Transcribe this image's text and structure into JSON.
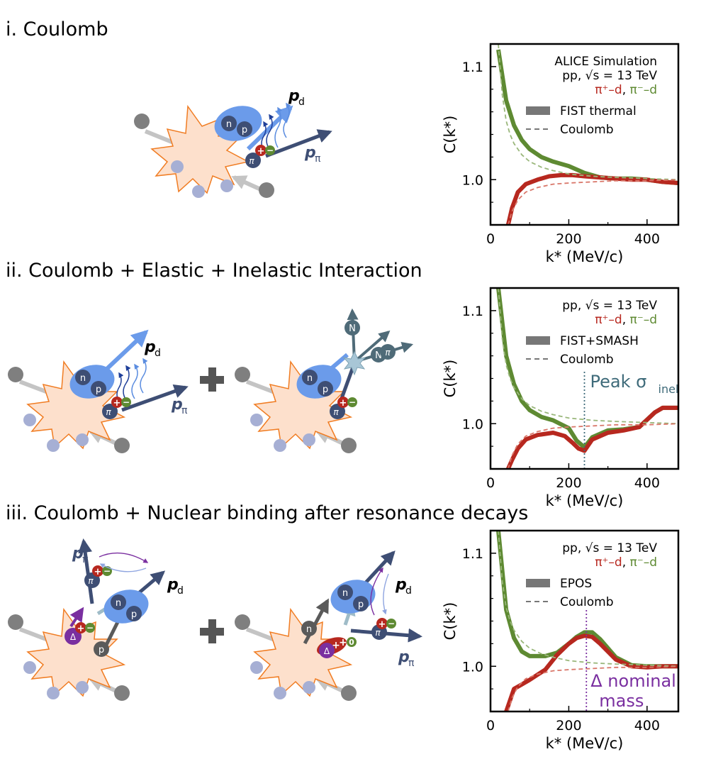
{
  "sections": [
    {
      "title": "i. Coulomb"
    },
    {
      "title": "ii. Coulomb + Elastic + Inelastic Interaction"
    },
    {
      "title": "iii. Coulomb + Nuclear binding after resonance decays"
    }
  ],
  "particles": {
    "neutron": "n",
    "proton": "p",
    "pion": "π",
    "nucleon": "N",
    "delta": "Δ",
    "plus": "+",
    "minus": "−",
    "zero": "0",
    "momentum_symbol": "p",
    "deuteron_sub": "d",
    "pion_sub": "π"
  },
  "colors": {
    "pi_plus_d": "#b7281f",
    "pi_minus_d": "#5e8a32",
    "pi_plus_d_coulomb": "#d9776a",
    "pi_minus_d_coulomb": "#9ab77b",
    "band_legend": "#777777",
    "peak_inel_line": "#3f6b7a",
    "delta_line": "#7a2fa0",
    "deuteron_blue": "#6b9bea",
    "pion_navy": "#3e4e74",
    "fireball": "#fde0cc"
  },
  "chart_data": [
    {
      "type": "line",
      "title": "",
      "xlabel": "k* (MeV/c)",
      "ylabel": "C(k*)",
      "xlim": [
        0,
        480
      ],
      "ylim": [
        0.96,
        1.12
      ],
      "xticks": [
        "0",
        "200",
        "400"
      ],
      "yticks": [
        "1.0",
        "1.1"
      ],
      "legend": {
        "lines": [
          "ALICE Simulation",
          "pp, √s = 13 TeV"
        ],
        "pair_plus": "π⁺–d",
        "pair_sep": ",",
        "pair_minus": "π⁻–d",
        "band_label": "FIST thermal",
        "dash_label": "Coulomb",
        "placement": "top-right"
      },
      "series": [
        {
          "kind": "band",
          "color_key": "pi_minus_d",
          "x": [
            20,
            40,
            60,
            80,
            100,
            130,
            160,
            200,
            240,
            280,
            320,
            360,
            400,
            440,
            480
          ],
          "y": [
            1.115,
            1.07,
            1.048,
            1.035,
            1.027,
            1.02,
            1.016,
            1.012,
            1.006,
            1.002,
            1.001,
            1.001,
            1.0,
            0.998,
            0.997
          ]
        },
        {
          "kind": "band",
          "color_key": "pi_plus_d",
          "x": [
            45,
            55,
            70,
            90,
            120,
            150,
            180,
            210,
            240,
            280,
            320,
            360,
            400,
            440,
            480
          ],
          "y": [
            0.96,
            0.975,
            0.989,
            0.996,
            1.0,
            1.003,
            1.004,
            1.004,
            1.003,
            1.002,
            1.001,
            1.0,
            1.0,
            0.998,
            0.997
          ]
        },
        {
          "kind": "dash",
          "color_key": "pi_minus_d_coulomb",
          "x": [
            20,
            30,
            40,
            50,
            60,
            80,
            100,
            130,
            160,
            200,
            260,
            320,
            400,
            480
          ],
          "y": [
            1.12,
            1.075,
            1.052,
            1.04,
            1.032,
            1.022,
            1.016,
            1.011,
            1.008,
            1.005,
            1.003,
            1.002,
            1.001,
            1.0
          ]
        },
        {
          "kind": "dash",
          "color_key": "pi_plus_d_coulomb",
          "x": [
            45,
            55,
            70,
            90,
            120,
            160,
            200,
            260,
            320,
            400,
            480
          ],
          "y": [
            0.96,
            0.972,
            0.982,
            0.989,
            0.993,
            0.996,
            0.997,
            0.998,
            0.999,
            0.999,
            1.0
          ]
        }
      ]
    },
    {
      "type": "line",
      "title": "",
      "xlabel": "k* (MeV/c)",
      "ylabel": "C(k*)",
      "xlim": [
        0,
        480
      ],
      "ylim": [
        0.96,
        1.12
      ],
      "xticks": [
        "0",
        "200",
        "400"
      ],
      "yticks": [
        "1.0",
        "1.1"
      ],
      "legend": {
        "lines": [
          "pp, √s = 13 TeV"
        ],
        "pair_plus": "π⁺–d",
        "pair_sep": ",",
        "pair_minus": "π⁻–d",
        "band_label": "FIST+SMASH",
        "dash_label": "Coulomb",
        "placement": "top-right"
      },
      "annotation": {
        "text": "Peak σ",
        "sub": "inel",
        "x": 240,
        "color_key": "peak_inel_line"
      },
      "series": [
        {
          "kind": "band",
          "color_key": "pi_minus_d",
          "x": [
            20,
            40,
            60,
            80,
            100,
            130,
            160,
            200,
            220,
            240,
            260,
            300,
            340,
            380,
            420,
            440,
            480
          ],
          "y": [
            1.12,
            1.06,
            1.035,
            1.02,
            1.012,
            1.006,
            1.003,
            0.996,
            0.985,
            0.979,
            0.988,
            0.994,
            0.995,
            0.997,
            1.01,
            1.014,
            1.014
          ]
        },
        {
          "kind": "band",
          "color_key": "pi_plus_d",
          "x": [
            45,
            55,
            70,
            90,
            120,
            160,
            190,
            210,
            225,
            240,
            260,
            300,
            340,
            380,
            420,
            440,
            480
          ],
          "y": [
            0.96,
            0.968,
            0.978,
            0.986,
            0.99,
            0.992,
            0.989,
            0.983,
            0.978,
            0.976,
            0.986,
            0.992,
            0.994,
            0.997,
            1.01,
            1.014,
            1.014
          ]
        },
        {
          "kind": "dash",
          "color_key": "pi_minus_d_coulomb",
          "x": [
            20,
            30,
            40,
            50,
            60,
            80,
            100,
            130,
            160,
            200,
            260,
            320,
            400,
            480
          ],
          "y": [
            1.12,
            1.075,
            1.052,
            1.04,
            1.032,
            1.022,
            1.016,
            1.011,
            1.008,
            1.005,
            1.003,
            1.002,
            1.001,
            1.0
          ]
        },
        {
          "kind": "dash",
          "color_key": "pi_plus_d_coulomb",
          "x": [
            45,
            55,
            70,
            90,
            120,
            160,
            200,
            260,
            320,
            400,
            480
          ],
          "y": [
            0.96,
            0.972,
            0.982,
            0.989,
            0.993,
            0.996,
            0.997,
            0.998,
            0.999,
            0.999,
            1.0
          ]
        }
      ]
    },
    {
      "type": "line",
      "title": "",
      "xlabel": "k* (MeV/c)",
      "ylabel": "C(k*)",
      "xlim": [
        0,
        480
      ],
      "ylim": [
        0.96,
        1.12
      ],
      "xticks": [
        "0",
        "200",
        "400"
      ],
      "yticks": [
        "1.0",
        "1.1"
      ],
      "legend": {
        "lines": [
          "pp, √s = 13 TeV"
        ],
        "pair_plus": "π⁺–d",
        "pair_sep": ",",
        "pair_minus": "π⁻–d",
        "band_label": "EPOS",
        "dash_label": "Coulomb",
        "placement": "top-right"
      },
      "annotation": {
        "text": "Δ nominal",
        "text2": "mass",
        "x": 245,
        "color_key": "delta_line"
      },
      "series": [
        {
          "kind": "band",
          "color_key": "pi_minus_d",
          "x": [
            20,
            40,
            60,
            80,
            100,
            140,
            170,
            200,
            220,
            240,
            260,
            280,
            320,
            360,
            400,
            440,
            480
          ],
          "y": [
            1.12,
            1.05,
            1.025,
            1.013,
            1.009,
            1.009,
            1.012,
            1.02,
            1.026,
            1.03,
            1.03,
            1.024,
            1.008,
            1.001,
            1.0,
            1.0,
            1.0
          ]
        },
        {
          "kind": "band",
          "color_key": "pi_plus_d",
          "x": [
            40,
            50,
            60,
            80,
            100,
            140,
            170,
            200,
            220,
            240,
            260,
            280,
            320,
            360,
            400,
            440,
            480
          ],
          "y": [
            0.96,
            0.97,
            0.98,
            0.984,
            0.988,
            0.997,
            1.01,
            1.02,
            1.025,
            1.027,
            1.026,
            1.02,
            1.006,
            1.0,
            0.999,
            1.0,
            1.0
          ]
        },
        {
          "kind": "dash",
          "color_key": "pi_minus_d_coulomb",
          "x": [
            20,
            30,
            40,
            50,
            60,
            80,
            100,
            130,
            160,
            200,
            260,
            320,
            400,
            480
          ],
          "y": [
            1.12,
            1.075,
            1.052,
            1.04,
            1.032,
            1.022,
            1.016,
            1.011,
            1.008,
            1.005,
            1.003,
            1.002,
            1.001,
            1.0
          ]
        },
        {
          "kind": "dash",
          "color_key": "pi_plus_d_coulomb",
          "x": [
            45,
            55,
            70,
            90,
            120,
            160,
            200,
            260,
            320,
            400,
            480
          ],
          "y": [
            0.96,
            0.972,
            0.982,
            0.989,
            0.993,
            0.996,
            0.997,
            0.998,
            0.999,
            0.999,
            1.0
          ]
        }
      ]
    }
  ]
}
